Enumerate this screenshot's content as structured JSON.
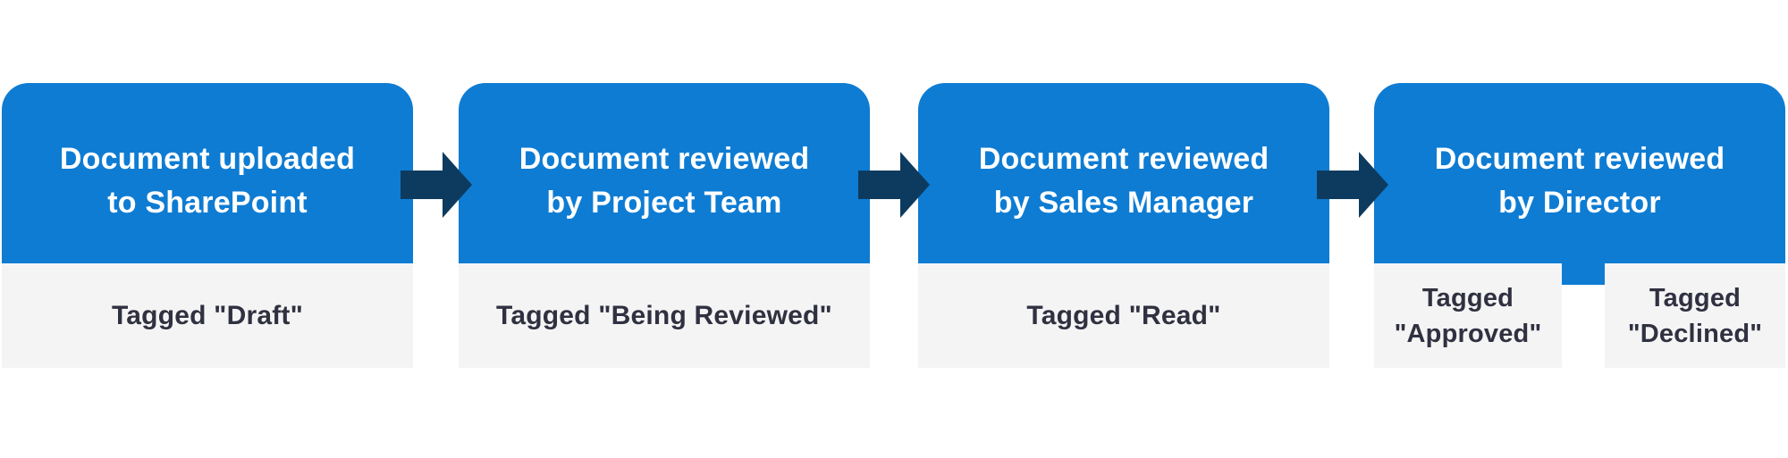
{
  "diagram_type": "flowchart",
  "colors": {
    "step_blue": "#0E7CD3",
    "arrow_navy": "#0D3B5F",
    "footer_gray": "#F4F4F5",
    "heading_text": "#FFFFFF",
    "tag_text": "#303140"
  },
  "steps": [
    {
      "title_line1": "Document uploaded",
      "title_line2": "to SharePoint",
      "tag": "Tagged \"Draft\""
    },
    {
      "title_line1": "Document reviewed",
      "title_line2": "by Project Team",
      "tag": "Tagged \"Being Reviewed\""
    },
    {
      "title_line1": "Document reviewed",
      "title_line2": "by Sales Manager",
      "tag": "Tagged \"Read\""
    },
    {
      "title_line1": "Document reviewed",
      "title_line2": "by Director",
      "outcomes": [
        {
          "line1": "Tagged",
          "line2": "\"Approved\""
        },
        {
          "line1": "Tagged",
          "line2": "\"Declined\""
        }
      ]
    }
  ],
  "arrow": {
    "direction": "right",
    "count": 3
  }
}
